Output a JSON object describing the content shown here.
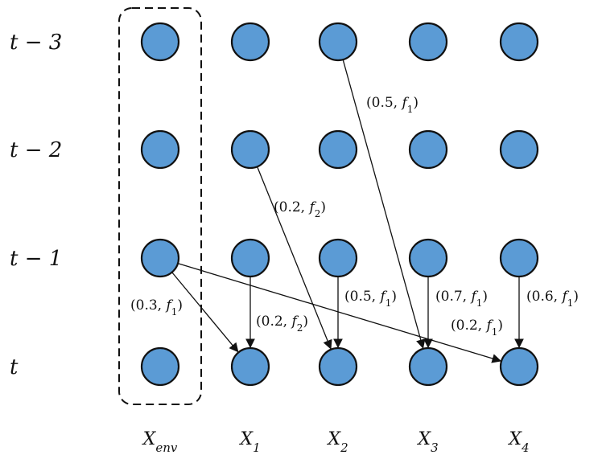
{
  "rows": [
    {
      "id": "t3",
      "label": "t − 3"
    },
    {
      "id": "t2",
      "label": "t − 2"
    },
    {
      "id": "t1",
      "label": "t − 1"
    },
    {
      "id": "t0",
      "label": "t"
    }
  ],
  "columns": [
    {
      "id": "env",
      "base": "X",
      "sub": "env"
    },
    {
      "id": "x1",
      "base": "X",
      "sub": "1"
    },
    {
      "id": "x2",
      "base": "X",
      "sub": "2"
    },
    {
      "id": "x3",
      "base": "X",
      "sub": "3"
    },
    {
      "id": "x4",
      "base": "X",
      "sub": "4"
    }
  ],
  "colors": {
    "node_fill": "#5b9bd5",
    "stroke": "#111111"
  },
  "edges": [
    {
      "from": [
        "x2",
        "t3"
      ],
      "to": [
        "x3",
        "t0"
      ],
      "weight": "0.5",
      "func": "f",
      "func_sub": "1"
    },
    {
      "from": [
        "x1",
        "t2"
      ],
      "to": [
        "x2",
        "t0"
      ],
      "weight": "0.2",
      "func": "f",
      "func_sub": "2"
    },
    {
      "from": [
        "env",
        "t1"
      ],
      "to": [
        "x1",
        "t0"
      ],
      "weight": "0.3",
      "func": "f",
      "func_sub": "1"
    },
    {
      "from": [
        "x1",
        "t1"
      ],
      "to": [
        "x1",
        "t0"
      ],
      "weight": "0.2",
      "func": "f",
      "func_sub": "2"
    },
    {
      "from": [
        "x2",
        "t1"
      ],
      "to": [
        "x2",
        "t0"
      ],
      "weight": "0.5",
      "func": "f",
      "func_sub": "1"
    },
    {
      "from": [
        "x3",
        "t1"
      ],
      "to": [
        "x3",
        "t0"
      ],
      "weight": "0.7",
      "func": "f",
      "func_sub": "1"
    },
    {
      "from": [
        "x4",
        "t1"
      ],
      "to": [
        "x4",
        "t0"
      ],
      "weight": "0.6",
      "func": "f",
      "func_sub": "1"
    },
    {
      "from": [
        "env",
        "t1"
      ],
      "to": [
        "x4",
        "t0"
      ],
      "weight": "0.2",
      "func": "f",
      "func_sub": "1"
    }
  ]
}
